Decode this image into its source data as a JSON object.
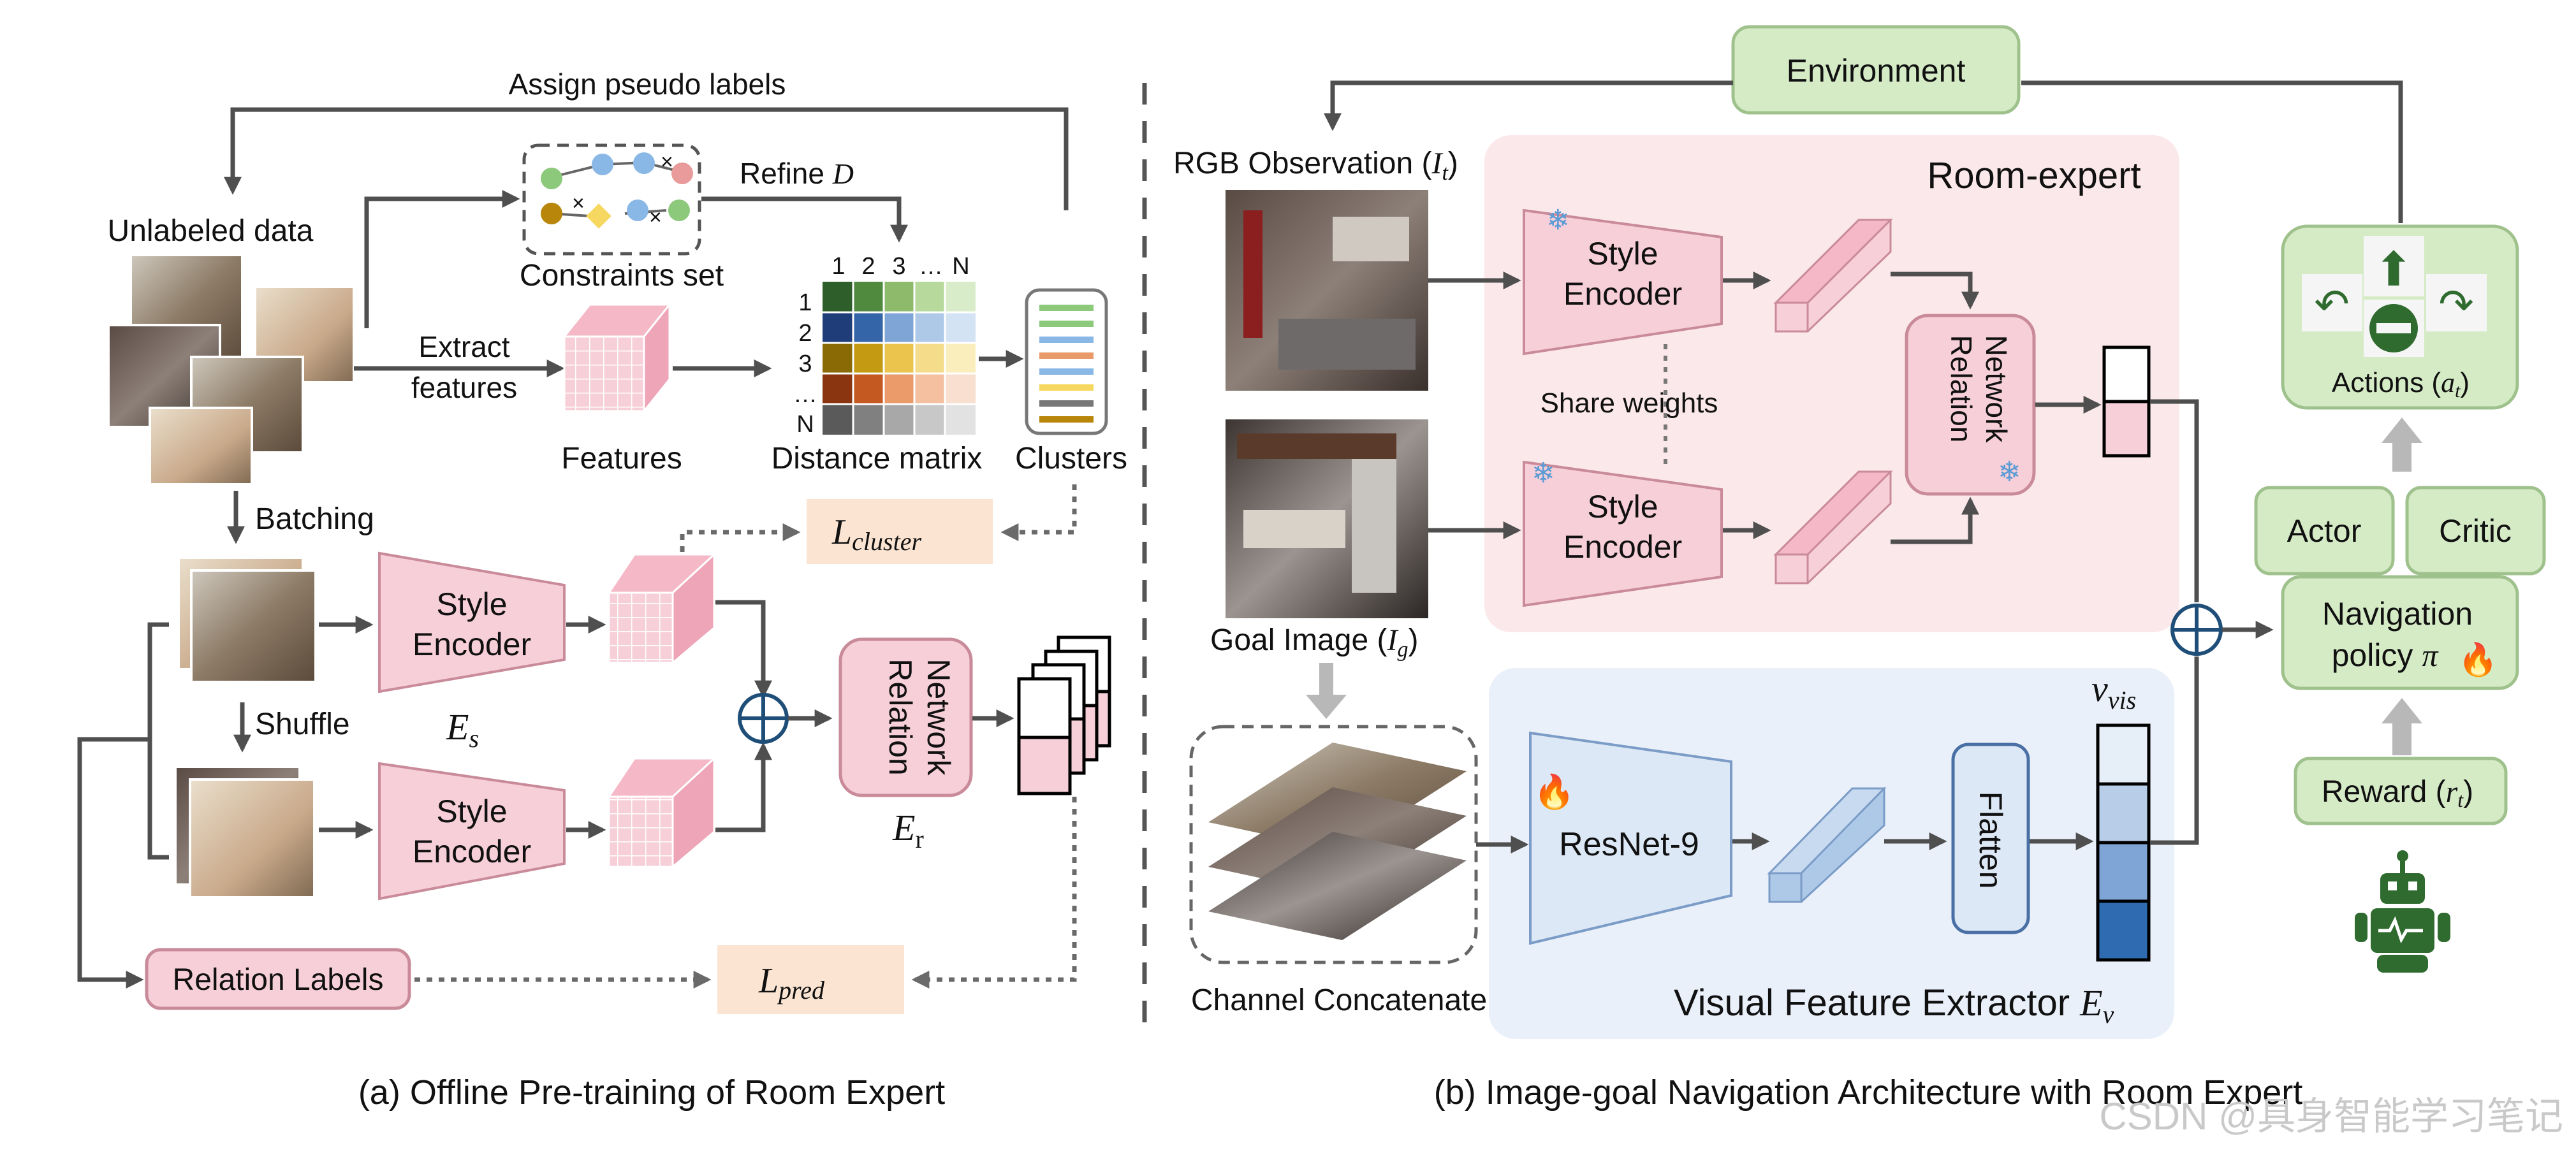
{
  "panel_a": {
    "caption": "(a) Offline Pre-training of Room Expert",
    "assign_pseudo_labels": "Assign pseudo labels",
    "unlabeled_data": "Unlabeled data",
    "constraints_set": "Constraints set",
    "refine_d_prefix": "Refine ",
    "refine_d_var": "D",
    "extract_line1": "Extract",
    "extract_line2": "features",
    "features": "Features",
    "distance_matrix": "Distance matrix",
    "clusters": "Clusters",
    "matrix_cols": [
      "1",
      "2",
      "3",
      "…",
      "N"
    ],
    "matrix_rows": [
      "1",
      "2",
      "3",
      "…",
      "N"
    ],
    "batching": "Batching",
    "shuffle": "Shuffle",
    "style": "Style",
    "encoder": "Encoder",
    "relation_network_1": "Relation",
    "relation_network_2": "Network",
    "loss_cluster_main": "L",
    "loss_cluster_sub": "cluster",
    "loss_pred_main": "L",
    "loss_pred_sub": "pred",
    "es_main": "E",
    "es_sub": "s",
    "er_main": "E",
    "er_sub": "r",
    "relation_labels": "Relation Labels",
    "constraint_marks": [
      "×",
      "×",
      "×"
    ]
  },
  "panel_b": {
    "caption": "(b) Image-goal Navigation Architecture with Room Expert",
    "environment": "Environment",
    "rgb_observation": "RGB Observation (",
    "rgb_var_main": "I",
    "rgb_var_sub": "t",
    "room_expert": "Room-expert",
    "style": "Style",
    "encoder": "Encoder",
    "share_weights": "Share weights",
    "relation_1": "Relation",
    "relation_2": "Network",
    "goal_image": "Goal Image (",
    "goal_var_main": "I",
    "goal_var_sub": "g",
    "close_paren": ")",
    "channel_concatenate": "Channel Concatenate",
    "resnet": "ResNet-9",
    "flatten": "Flatten",
    "v_vis_main": "v",
    "v_vis_sub": "vis",
    "visual_feature_extractor": "Visual Feature Extractor",
    "ev_main": "E",
    "ev_sub": "v",
    "actions": "Actions (",
    "actions_var_main": "a",
    "actions_var_sub": "t",
    "actor": "Actor",
    "critic": "Critic",
    "navigation_1": "Navigation",
    "navigation_2": "policy ",
    "navigation_pi": "π",
    "reward": "Reward (",
    "reward_var_main": "r",
    "reward_var_sub": "t"
  },
  "watermark": "CSDN @具身智能学习笔记",
  "colors": {
    "pink": "#f7cfd9",
    "pink_border": "#c98a99",
    "green": "#d5ebc6",
    "green_border": "#9fc18c",
    "blue_panel": "#e9f0fa",
    "pink_panel": "#fbe8ea",
    "loss_fill": "#fbe4d2",
    "arrow": "#4f4f4f",
    "plus": "#1f4e79"
  }
}
